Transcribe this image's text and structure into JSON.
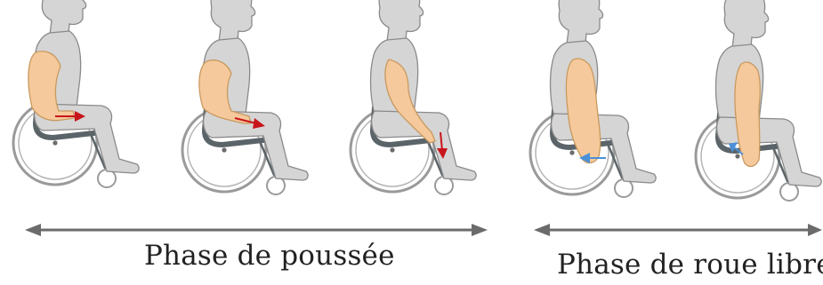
{
  "phases": [
    {
      "label": "Phase de poussée",
      "figures": 3
    },
    {
      "label": "Phase de roue libre",
      "figures": 2
    }
  ],
  "figures": [
    {
      "phase": "push",
      "stage": "hand-at-top-of-rim",
      "force_arrow": "red",
      "arrow_direction": "right"
    },
    {
      "phase": "push",
      "stage": "mid-push",
      "force_arrow": "red",
      "arrow_direction": "down-right"
    },
    {
      "phase": "push",
      "stage": "end-of-push",
      "force_arrow": "red",
      "arrow_direction": "down"
    },
    {
      "phase": "recovery",
      "stage": "arm-hanging",
      "force_arrow": "blue",
      "arrow_direction": "left"
    },
    {
      "phase": "recovery",
      "stage": "hand-returning",
      "force_arrow": "blue",
      "arrow_direction": "up-left"
    }
  ],
  "colors": {
    "body": "#d5d5d5",
    "body_outline": "#8a8a8a",
    "arm": "#f5c99b",
    "arm_outline": "#c9995f",
    "chair": "#5b6468",
    "wheel": "#9a9a9a",
    "push_arrow": "#c8151b",
    "recovery_arrow": "#4a90d9",
    "phase_arrow": "#6b6b6b",
    "text": "#222222"
  },
  "icons": [
    "double-headed-arrow-icon",
    "force-arrow-icon",
    "wheelchair-user-icon"
  ]
}
